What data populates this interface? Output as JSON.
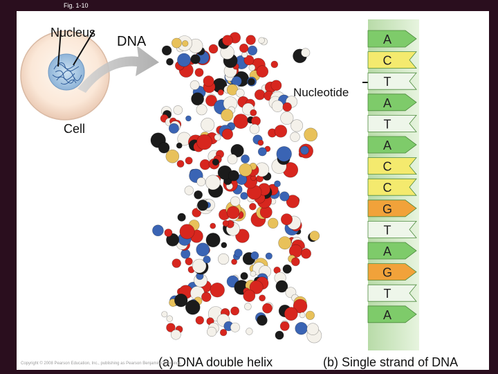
{
  "figure_label": "Fig. 1-10",
  "labels": {
    "nucleus": "Nucleus",
    "dna": "DNA",
    "nucleotide": "Nucleotide",
    "cell": "Cell"
  },
  "captions": {
    "a": "(a) DNA double helix",
    "b": "(b) Single strand of DNA"
  },
  "copyright": "Copyright © 2008 Pearson Education, Inc., publishing as Pearson Benjamin Cummings",
  "strand": {
    "bases": [
      "A",
      "C",
      "T",
      "A",
      "T",
      "A",
      "C",
      "C",
      "G",
      "T",
      "A",
      "G",
      "T",
      "A"
    ],
    "colors": {
      "A": "#7ecb6a",
      "C": "#f4ea6e",
      "T": "#eef6ea",
      "G": "#f1a23a"
    }
  }
}
